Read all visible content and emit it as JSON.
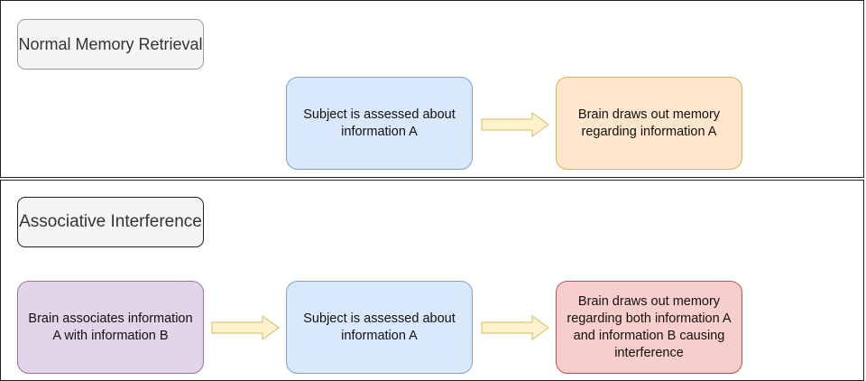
{
  "top_section": {
    "title": "Normal Memory Retrieval",
    "nodes": [
      {
        "text": "Subject is assessed about information A"
      },
      {
        "text": "Brain draws out memory regarding information A"
      }
    ]
  },
  "bottom_section": {
    "title": "Associative Interference",
    "nodes": [
      {
        "text": "Brain associates information A with information B"
      },
      {
        "text": "Subject is assessed about information A"
      },
      {
        "text": "Brain draws out memory regarding both information A and information B causing interference"
      }
    ]
  },
  "colors": {
    "assessment_fill": "#dae8fc",
    "recall_fill": "#ffe6cc",
    "association_fill": "#e1d5e7",
    "interference_fill": "#f8cecc",
    "arrow_fill": "#fff2cc",
    "arrow_stroke": "#d6c77a"
  }
}
